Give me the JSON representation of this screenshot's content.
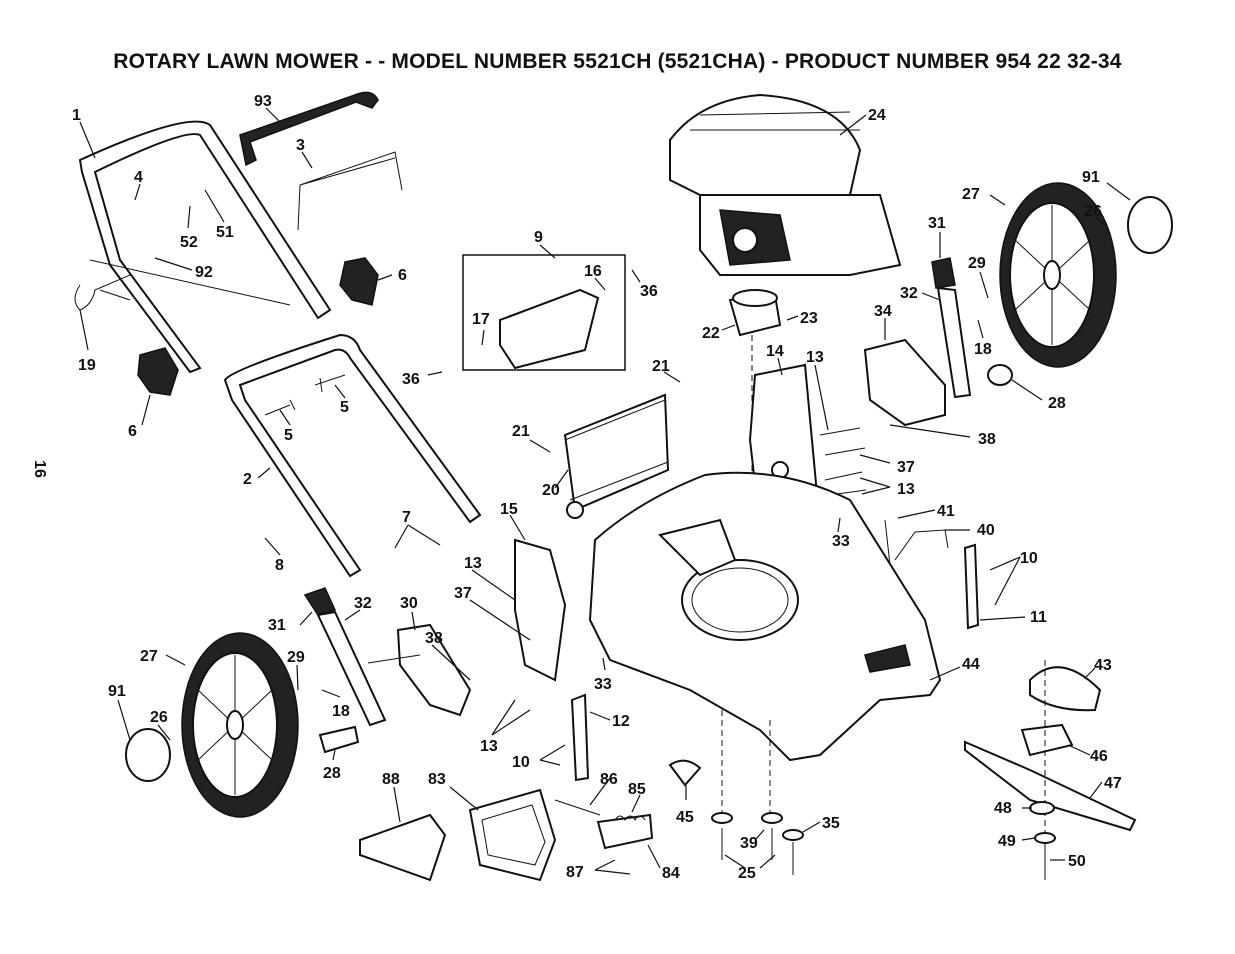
{
  "title": "ROTARY LAWN MOWER - - MODEL NUMBER 5521CH (5521CHA) - PRODUCT NUMBER 954 22 32-34",
  "page_number": "16",
  "callouts": {
    "c1": "1",
    "c93": "93",
    "c3": "3",
    "c4": "4",
    "c52": "52",
    "c51": "51",
    "c92": "92",
    "c6a": "6",
    "c19": "19",
    "c6b": "6",
    "c5a": "5",
    "c5b": "5",
    "c2": "2",
    "c7": "7",
    "c8": "8",
    "c9": "9",
    "c16": "16",
    "c36a": "36",
    "c17": "17",
    "c36b": "36",
    "c21a": "21",
    "c21b": "21",
    "c20": "20",
    "c15": "15",
    "c24": "24",
    "c22": "22",
    "c23": "23",
    "c14": "14",
    "c13a": "13",
    "c37a": "37",
    "c13b": "13",
    "c33a": "33",
    "c27a": "27",
    "c91a": "91",
    "c26a": "26",
    "c31a": "31",
    "c29a": "29",
    "c32a": "32",
    "c34": "34",
    "c18a": "18",
    "c28a": "28",
    "c38a": "38",
    "c41": "41",
    "c40": "40",
    "c10a": "10",
    "c11": "11",
    "c13c": "13",
    "c37b": "37",
    "c38b": "38",
    "c33b": "33",
    "c31b": "31",
    "c32b": "32",
    "c30": "30",
    "c27b": "27",
    "c29b": "29",
    "c18b": "18",
    "c91b": "91",
    "c26b": "26",
    "c28b": "28",
    "c13d": "13",
    "c12": "12",
    "c10b": "10",
    "c44": "44",
    "c43": "43",
    "c46": "46",
    "c47": "47",
    "c48": "48",
    "c49": "49",
    "c50": "50",
    "c45": "45",
    "c39": "39",
    "c35": "35",
    "c25": "25",
    "c88": "88",
    "c83": "83",
    "c86": "86",
    "c85": "85",
    "c87": "87",
    "c84": "84"
  }
}
